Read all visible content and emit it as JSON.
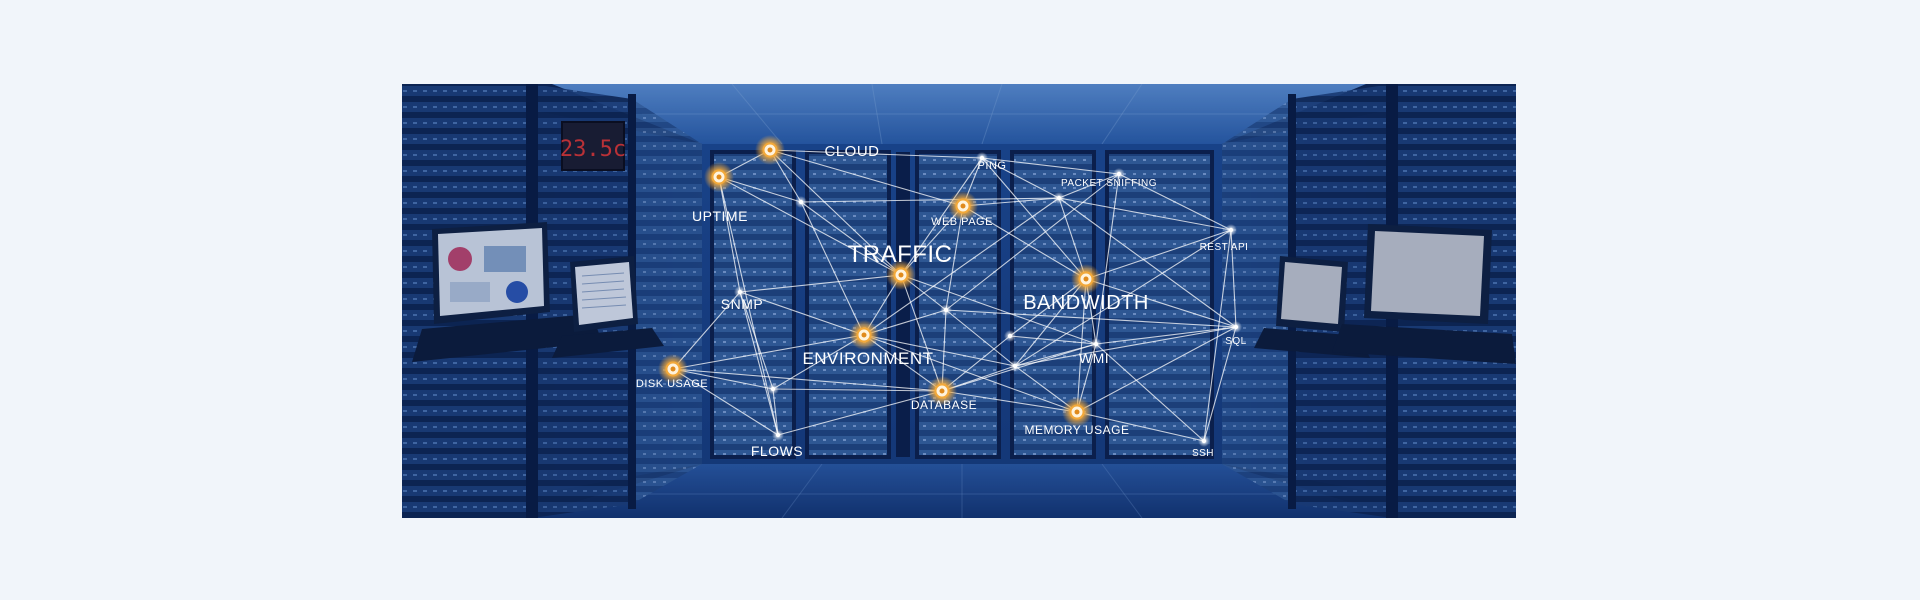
{
  "image": {
    "palette": {
      "page_background": "#f1f5fa",
      "scene_dark": "#0a1d44",
      "scene_mid": "#1a4590",
      "scene_light": "#3f79c9",
      "node_glow": "#f3a93a",
      "line": "#ffffff"
    },
    "rack_display": "23.5c",
    "network_nodes": [
      {
        "id": "cloud",
        "label": "CLOUD"
      },
      {
        "id": "ping",
        "label": "PING"
      },
      {
        "id": "packet-sniffing",
        "label": "PACKET SNIFFING"
      },
      {
        "id": "uptime",
        "label": "UPTIME"
      },
      {
        "id": "web-page",
        "label": "WEB PAGE"
      },
      {
        "id": "traffic",
        "label": "TRAFFIC"
      },
      {
        "id": "rest-api",
        "label": "REST API"
      },
      {
        "id": "snmp",
        "label": "SNMP"
      },
      {
        "id": "bandwidth",
        "label": "BANDWIDTH"
      },
      {
        "id": "sql",
        "label": "SQL"
      },
      {
        "id": "environment",
        "label": "ENVIRONMENT"
      },
      {
        "id": "wmi",
        "label": "WMI"
      },
      {
        "id": "disk-usage",
        "label": "DISK USAGE"
      },
      {
        "id": "database",
        "label": "DATABASE"
      },
      {
        "id": "memory-usage",
        "label": "MEMORY USAGE"
      },
      {
        "id": "flows",
        "label": "FLOWS"
      },
      {
        "id": "ssh",
        "label": "SSH"
      }
    ]
  }
}
